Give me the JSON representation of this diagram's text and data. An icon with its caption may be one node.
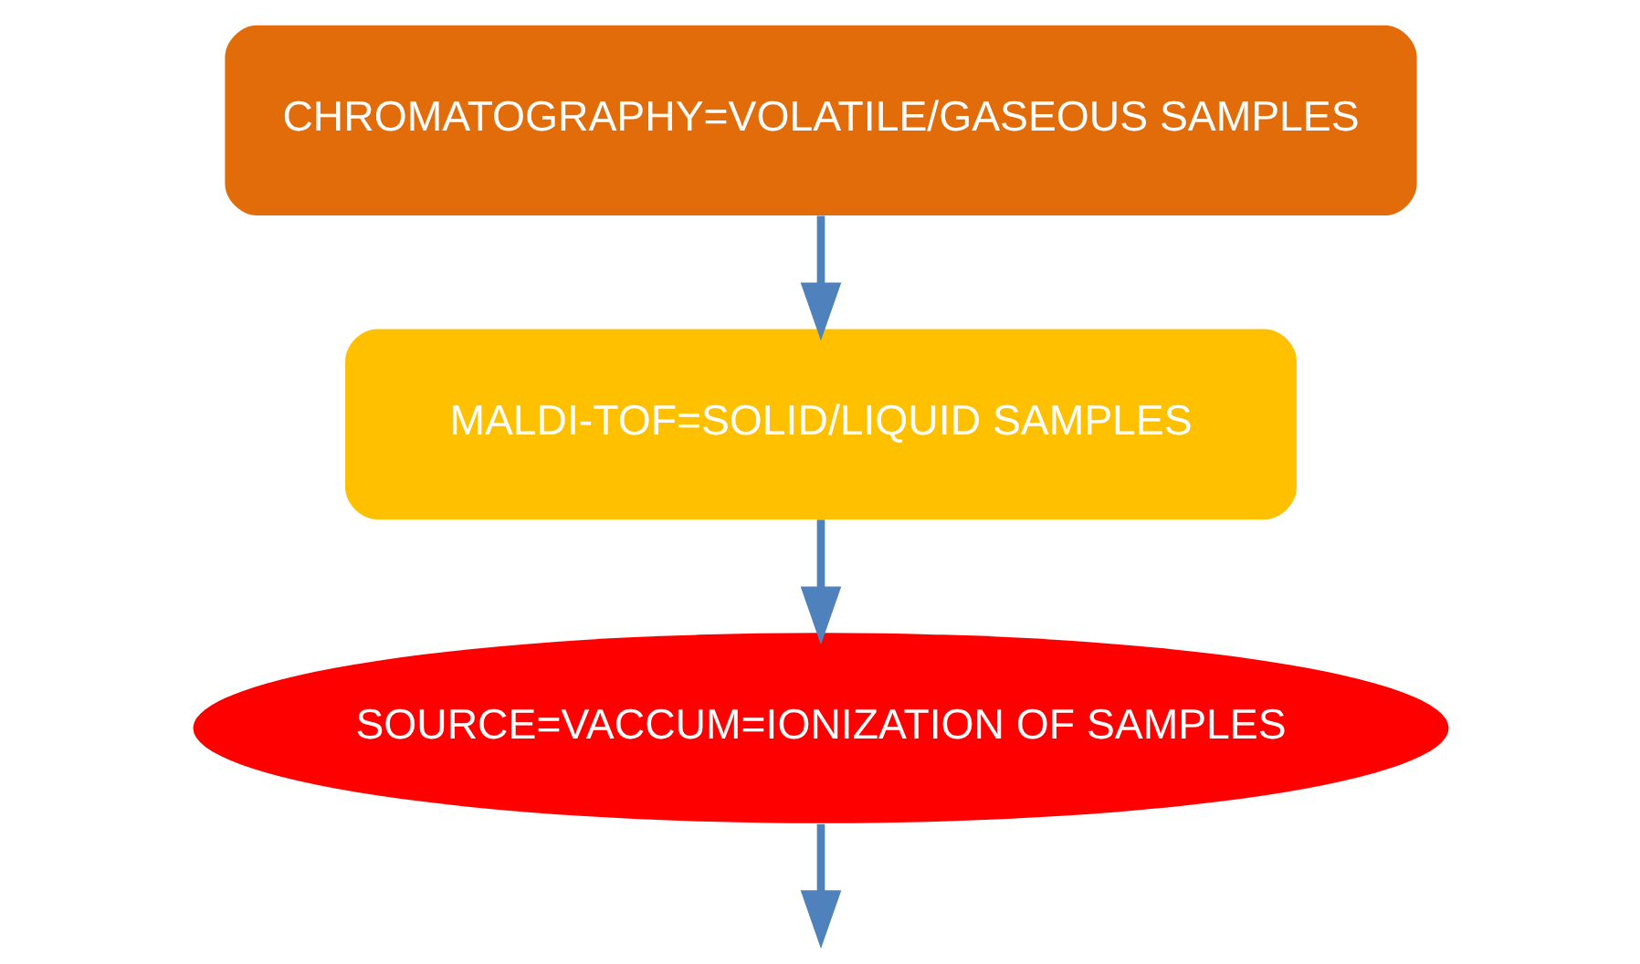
{
  "diagram": {
    "nodes": [
      {
        "text": [
          "CHROMATOGRAPHY=VOLATILE/GASEOUS SAMPLES"
        ]
      },
      {
        "text": [
          "MALDI-TOF=SOLID/LIQUID SAMPLES"
        ]
      },
      {
        "text": [
          "SOURCE=VACCUM=IONIZATION OF SAMPLES"
        ]
      }
    ],
    "edges": [
      {
        "from": 0,
        "to": 1,
        "arrow": "to"
      },
      {
        "from": 1,
        "to": 2,
        "arrow": "to"
      },
      {
        "from": 2,
        "to": null,
        "arrow": "to"
      }
    ]
  }
}
